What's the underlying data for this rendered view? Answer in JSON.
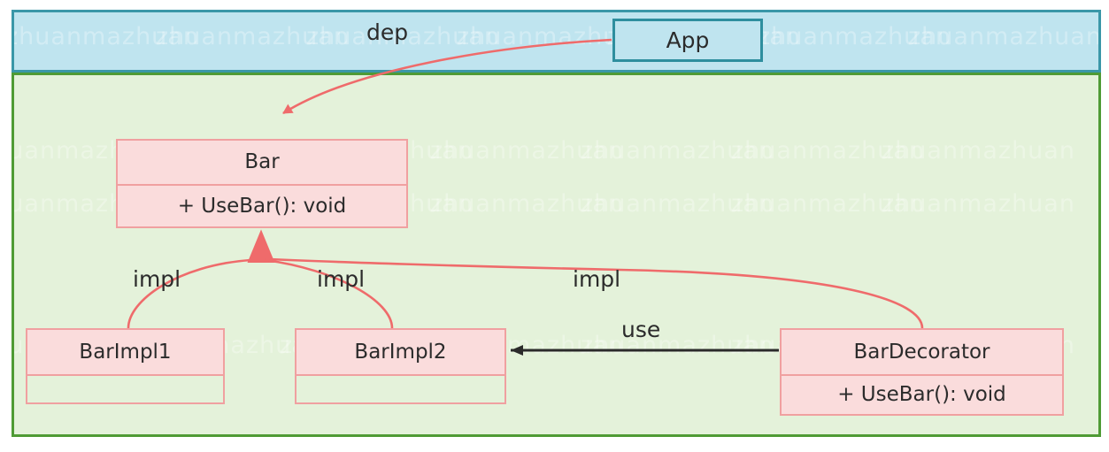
{
  "diagram": {
    "title": "UML class diagram - Bar / decorator",
    "background": "#ffffff",
    "watermark_text": "zhuanmazhuan",
    "packages": [
      {
        "id": "app-package",
        "name": "",
        "fill": "#bfe4ef",
        "stroke": "#3a97a8"
      },
      {
        "id": "library-package",
        "name": "",
        "fill": "#e4f2da",
        "stroke": "#4f9b35"
      }
    ],
    "classes": [
      {
        "id": "app",
        "name": "App",
        "fill": "#bfe4ef",
        "stroke": "#2e8e9e",
        "members": []
      },
      {
        "id": "bar",
        "name": "Bar",
        "fill": "#fadcdc",
        "stroke": "#f0a0a0",
        "members": [
          "+ UseBar(): void"
        ]
      },
      {
        "id": "barimpl1",
        "name": "BarImpl1",
        "fill": "#fadcdc",
        "stroke": "#f0a0a0",
        "members": [
          ""
        ]
      },
      {
        "id": "barimpl2",
        "name": "BarImpl2",
        "fill": "#fadcdc",
        "stroke": "#f0a0a0",
        "members": [
          ""
        ]
      },
      {
        "id": "bardecorator",
        "name": "BarDecorator",
        "fill": "#fadcdc",
        "stroke": "#f0a0a0",
        "members": [
          "+ UseBar(): void"
        ]
      }
    ],
    "edges": [
      {
        "id": "dep-app-bar",
        "label": "dep",
        "from": "App",
        "to": "Bar",
        "kind": "dependency",
        "color": "#ef6b6b"
      },
      {
        "id": "impl-barimpl1-bar",
        "label": "impl",
        "from": "BarImpl1",
        "to": "Bar",
        "kind": "implements",
        "color": "#ef6b6b"
      },
      {
        "id": "impl-barimpl2-bar",
        "label": "impl",
        "from": "BarImpl2",
        "to": "Bar",
        "kind": "implements",
        "color": "#ef6b6b"
      },
      {
        "id": "impl-bardecorator-bar",
        "label": "impl",
        "from": "BarDecorator",
        "to": "Bar",
        "kind": "implements",
        "color": "#ef6b6b"
      },
      {
        "id": "use-bardecorator-barimpl2",
        "label": "use",
        "from": "BarDecorator",
        "to": "BarImpl2",
        "kind": "association",
        "color": "#2b2b2b"
      }
    ]
  }
}
